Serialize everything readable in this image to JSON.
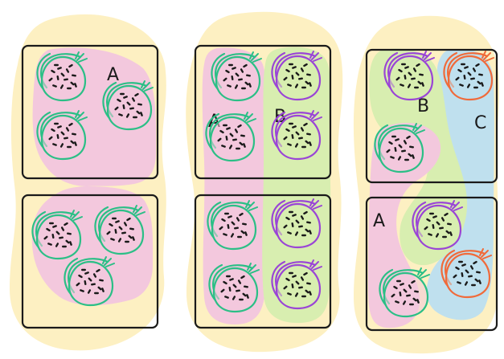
{
  "colors": {
    "background": "#ffffff",
    "blob": "#fdf0c2",
    "group_a": "#f3c8dd",
    "group_b": "#d8eeb0",
    "group_c": "#bfe0ee",
    "outline": "#1a1a1a",
    "lineage_green": "#2bbf86",
    "lineage_purple": "#9a45d6",
    "lineage_orange": "#f06a3a"
  },
  "panels": [
    {
      "id": "left",
      "boxes": [
        "top",
        "bottom"
      ],
      "labels": [
        {
          "text": "A",
          "group": "a"
        }
      ],
      "cells": [
        {
          "lineage": "green",
          "group": "a",
          "box": "top"
        },
        {
          "lineage": "green",
          "group": "a",
          "box": "top"
        },
        {
          "lineage": "green",
          "group": "a",
          "box": "top"
        },
        {
          "lineage": "green",
          "group": "a",
          "box": "bottom"
        },
        {
          "lineage": "green",
          "group": "a",
          "box": "bottom"
        },
        {
          "lineage": "green",
          "group": "a",
          "box": "bottom"
        }
      ]
    },
    {
      "id": "middle",
      "boxes": [
        "top",
        "bottom"
      ],
      "labels": [
        {
          "text": "A",
          "group": "a"
        },
        {
          "text": "B",
          "group": "b"
        }
      ],
      "cells": [
        {
          "lineage": "green",
          "group": "a",
          "box": "top"
        },
        {
          "lineage": "green",
          "group": "a",
          "box": "top"
        },
        {
          "lineage": "purple",
          "group": "b",
          "box": "top"
        },
        {
          "lineage": "purple",
          "group": "b",
          "box": "top"
        },
        {
          "lineage": "green",
          "group": "a",
          "box": "bottom"
        },
        {
          "lineage": "green",
          "group": "a",
          "box": "bottom"
        },
        {
          "lineage": "purple",
          "group": "b",
          "box": "bottom"
        },
        {
          "lineage": "purple",
          "group": "b",
          "box": "bottom"
        }
      ]
    },
    {
      "id": "right",
      "boxes": [
        "top",
        "bottom"
      ],
      "labels": [
        {
          "text": "B",
          "group": "b"
        },
        {
          "text": "C",
          "group": "c"
        },
        {
          "text": "A",
          "group": "a"
        }
      ],
      "cells": [
        {
          "lineage": "purple",
          "group": "b",
          "box": "top"
        },
        {
          "lineage": "orange",
          "group": "c",
          "box": "top"
        },
        {
          "lineage": "green",
          "group": "a",
          "box": "top"
        },
        {
          "lineage": "purple",
          "group": "b",
          "box": "bottom"
        },
        {
          "lineage": "orange",
          "group": "c",
          "box": "bottom"
        },
        {
          "lineage": "green",
          "group": "a",
          "box": "bottom"
        }
      ]
    }
  ]
}
